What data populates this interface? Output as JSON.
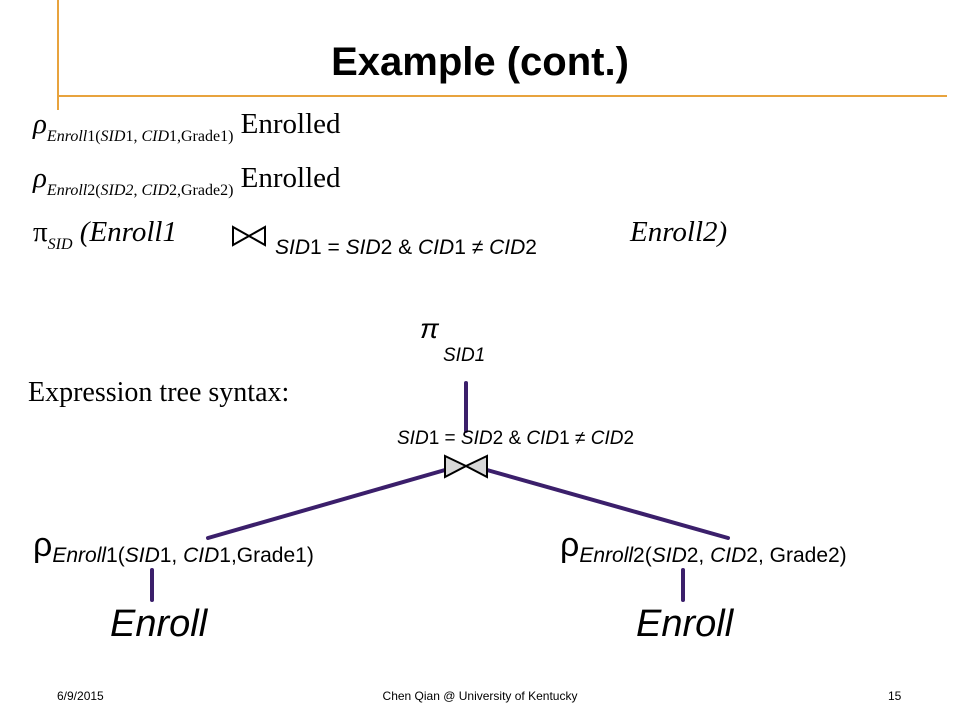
{
  "slide": {
    "title": "Example (cont.)"
  },
  "formulas": {
    "line1": {
      "symbol": "ρ",
      "subscript_a": "Enroll",
      "subscript_b": "1(",
      "subscript_c": "SID",
      "subscript_d": "1, ",
      "subscript_e": "CID",
      "subscript_f": "1,Grade1)",
      "relation": "Enrolled"
    },
    "line2": {
      "symbol": "ρ",
      "subscript_a": "Enroll",
      "subscript_b": "2(",
      "subscript_c": "SID2",
      "subscript_d": ", ",
      "subscript_e": "CID",
      "subscript_f": "2,Grade2)",
      "relation": "Enrolled"
    },
    "line3": {
      "symbol": "π",
      "subscript": "SID",
      "left": "(Enroll1",
      "cond_a": "SID",
      "cond_b": "1 = ",
      "cond_c": "SID",
      "cond_d": "2 & ",
      "cond_e": "CID",
      "cond_f": "1 ≠ ",
      "cond_g": "CID",
      "cond_h": "2",
      "right": "Enroll2)"
    }
  },
  "tree": {
    "heading": "Expression tree syntax:",
    "projection": {
      "symbol": "π",
      "subscript": "SID1"
    },
    "join_condition": {
      "a": "SID",
      "b": "1 = ",
      "c": "SID",
      "d": "2 & ",
      "e": "CID",
      "f": "1 ≠ ",
      "g": "CID",
      "h": "2"
    },
    "left_rename": {
      "symbol": "ρ",
      "a": "Enroll",
      "b": "1(",
      "c": "SID",
      "d": "1, ",
      "e": "CID",
      "f": "1,Grade1)"
    },
    "right_rename": {
      "symbol": "ρ",
      "a": "Enroll",
      "b": "2(",
      "c": "SID",
      "d": "2, ",
      "e": "CID",
      "f": "2, Grade2)"
    },
    "left_leaf": "Enroll",
    "right_leaf": "Enroll",
    "edge_color": "#3b1f6b"
  },
  "footer": {
    "date": "6/9/2015",
    "author": "Chen Qian @ University of Kentucky",
    "page": "15"
  },
  "colors": {
    "accent": "#e8a33d",
    "tree_lines": "#3b1f6b"
  }
}
